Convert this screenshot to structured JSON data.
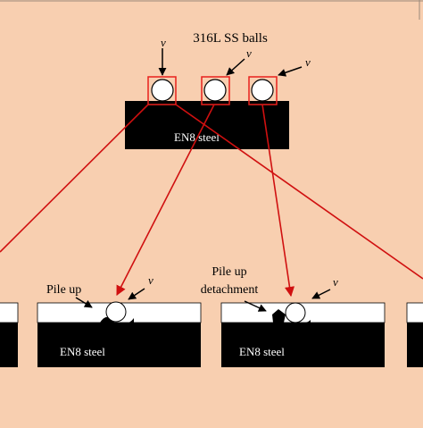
{
  "top_panel": {
    "balls_label": "316L SS balls",
    "velocity_symbol": "v",
    "substrate_label": "EN8 steel"
  },
  "bottom_panels": {
    "pileup_label": "Pile up",
    "pileup_detachment_label_line1": "Pile up",
    "pileup_detachment_label_line2": "detachment",
    "substrate_label_middle_left": "EN8 steel",
    "substrate_label_middle_right": "EN8 steel",
    "velocity_symbol": "v"
  },
  "colors": {
    "background": "#f8cfb0",
    "highlight_box": "#e8201c",
    "arrow_red": "#d01010",
    "substrate": "#000000",
    "label_light": "#ffffff"
  }
}
